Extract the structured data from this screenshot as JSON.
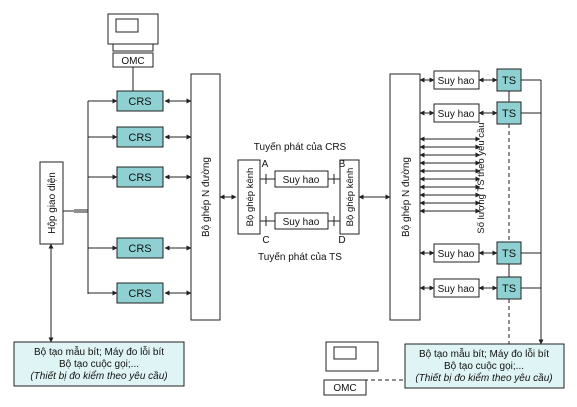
{
  "left": {
    "omc": "OMC",
    "crs": [
      "CRS",
      "CRS",
      "CRS",
      "CRS",
      "CRS"
    ],
    "interface_box": "Hộp giao diện",
    "mux": "Bộ ghép N đường",
    "test_box": [
      "Bộ tạo mẫu bít; Máy đo lỗi bít",
      "Bộ tạo cuộc gọi;...",
      "(Thiết bị đo kiểm theo yêu cầu)"
    ]
  },
  "center": {
    "crs_link_title": "Tuyến phát của CRS",
    "ts_link_title": "Tuyến phát của TS",
    "left_channel_mux": "Bộ ghép kênh",
    "right_channel_mux": "Bộ ghép kênh",
    "attenuators": [
      "Suy hao",
      "Suy hao"
    ],
    "points": [
      "A",
      "B",
      "C",
      "D"
    ]
  },
  "right": {
    "mux": "Bộ ghép N đường",
    "attenuators": [
      "Suy hao",
      "Suy hao",
      "Suy hao",
      "Suy hao"
    ],
    "ts": [
      "TS",
      "TS",
      "TS",
      "TS"
    ],
    "ts_count_note": "Số lượng TS theo yêu cầu",
    "omc": "OMC",
    "test_box": [
      "Bộ tạo mẫu bít; Máy đo lỗi bít",
      "Bộ tạo cuộc gọi;...",
      "(Thiết bị đo kiểm theo yêu cầu)"
    ]
  },
  "colors": {
    "box_fill": "#8fd1d3",
    "test_fill": "#dff4f5",
    "line": "#222222"
  }
}
